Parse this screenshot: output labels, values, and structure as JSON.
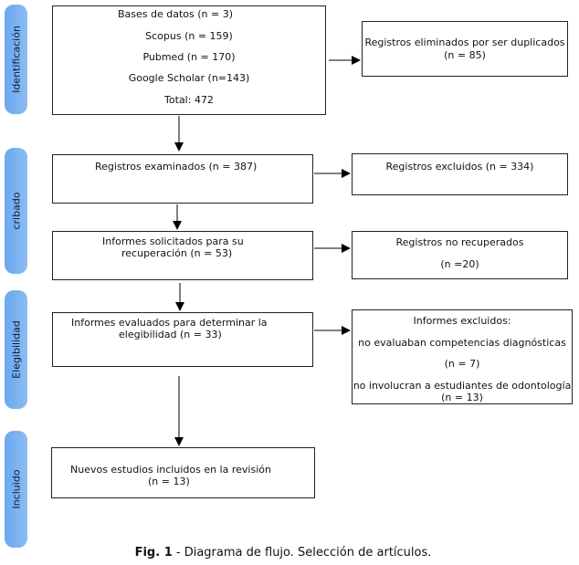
{
  "phases": {
    "identification": "Identificación",
    "screening": "cribado",
    "eligibility": "Elegibilidad",
    "included": "Incluido"
  },
  "boxes": {
    "databases": {
      "title": "Bases de datos (n = 3)",
      "scopus": "Scopus (n = 159)",
      "pubmed": "Pubmed (n = 170)",
      "scholar": "Google Scholar (n=143)",
      "total": "Total: 472"
    },
    "duplicates": {
      "line1": "Registros eliminados por ser duplicados",
      "line2": "(n = 85)"
    },
    "screened": {
      "line1": "Registros examinados (n = 387)"
    },
    "excluded": {
      "line1": "Registros excluidos (n = 334)"
    },
    "requested": {
      "line1": "Informes solicitados para su",
      "line2": "recuperación (n = 53)"
    },
    "not_retrieved": {
      "line1": "Registros no recuperados",
      "line2": "(n =20)"
    },
    "assessed": {
      "line1": "Informes evaluados para determinar la",
      "line2": "elegibilidad (n = 33)"
    },
    "reports_excluded": {
      "title": "Informes excluidos:",
      "reason1": "no evaluaban competencias diagnósticas",
      "count1": "(n = 7)",
      "reason2": "no involucran a estudiantes de odontología",
      "count2": "(n = 13)"
    },
    "included": {
      "line1": "Nuevos estudios incluidos en la revisión",
      "line2": "(n = 13)"
    }
  },
  "caption": {
    "prefix": "Fig. 1",
    "text": " - Diagrama de flujo. Selección de artículos."
  }
}
